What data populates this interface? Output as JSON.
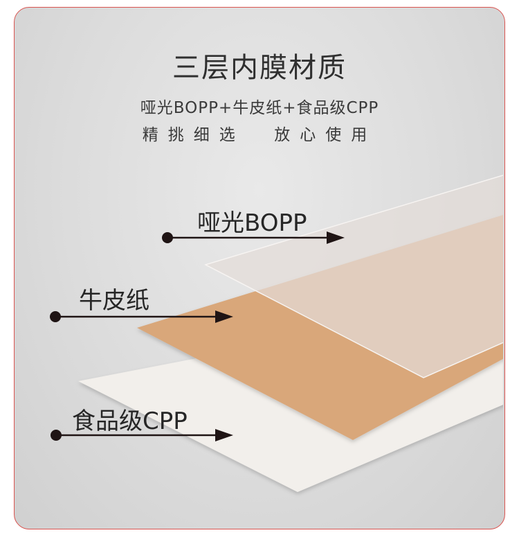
{
  "header": {
    "title": "三层内膜材质",
    "subtitle": "哑光BOPP+牛皮纸+食品级CPP",
    "tagline": "精挑细选  放心使用"
  },
  "layers": [
    {
      "label": "哑光BOPP",
      "color": "#e3dcd8"
    },
    {
      "label": "牛皮纸",
      "color": "#d9a77a"
    },
    {
      "label": "食品级CPP",
      "color": "#f2efeb"
    }
  ],
  "colors": {
    "border": "#d9534f",
    "arrow": "#1f1414"
  }
}
